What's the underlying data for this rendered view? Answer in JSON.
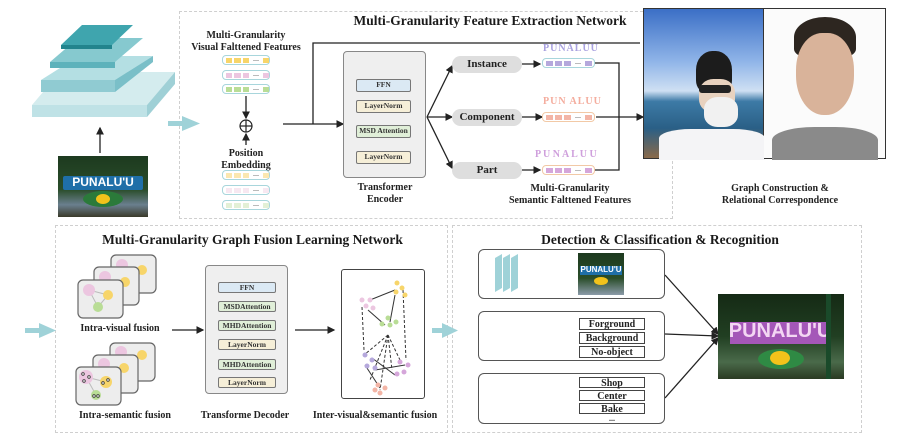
{
  "top_section": {
    "title": "Multi-Granularity Feature Extraction Network",
    "visual_features_label_line1": "Multi-Granularity",
    "visual_features_label_line2": "Visual Falttened Features",
    "position_embedding_line1": "Position",
    "position_embedding_line2": "Embedding",
    "encoder": {
      "blocks": [
        "FFN",
        "LayerNorm",
        "MSD Attention",
        "LayerNorm"
      ],
      "label_line1": "Transformer",
      "label_line2": "Encoder"
    },
    "granularities": [
      "Instance",
      "Component",
      "Part"
    ],
    "semantic_words": [
      "PUNALUU",
      "PUN ALUU",
      "P U N A L U U"
    ],
    "semantic_label_line1": "Multi-Granularity",
    "semantic_label_line2": "Semantic Falttened Features",
    "graph_label_line1": "Graph Construction &",
    "graph_label_line2": "Relational Correspondence"
  },
  "input_image_text": "PUNALU'U",
  "fusion_section": {
    "title": "Multi-Granularity Graph Fusion Learning Network",
    "intra_visual_label": "Intra-visual fusion",
    "intra_semantic_label": "Intra-semantic fusion",
    "decoder": {
      "blocks": [
        "FFN",
        "MSDAttention",
        "MHDAttention",
        "LayerNorm",
        "MHDAttention",
        "LayerNorm"
      ],
      "label": "Transforme Decoder"
    },
    "inter_label": "Inter-visual&semantic fusion"
  },
  "detection_section": {
    "title": "Detection & Classification & Recognition",
    "classes": [
      "Forground",
      "Background",
      "No-object"
    ],
    "words": [
      "Shop",
      "Center",
      "Bake",
      "..."
    ],
    "output_image_text": "PUNALU'U"
  },
  "colors": {
    "teal": "#8fcdd3",
    "yellow": "#f7d56a",
    "pink": "#ecc6e0",
    "green": "#b9dd96",
    "purple": "#b5a8dc",
    "salmon": "#f3b5a6",
    "violet": "#d5a6da"
  }
}
